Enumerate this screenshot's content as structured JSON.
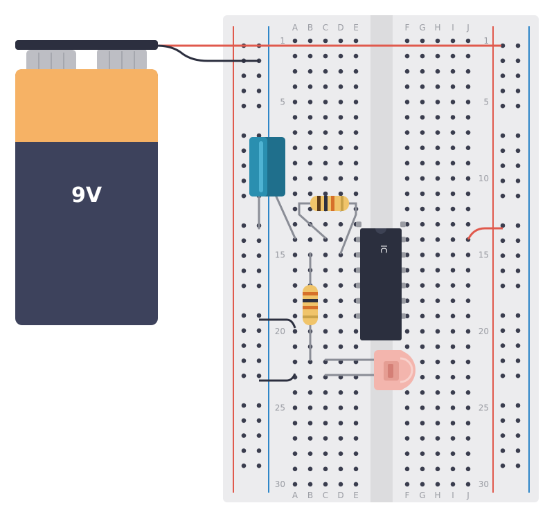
{
  "battery": {
    "label": "9V",
    "colors": {
      "cap": "#f6b265",
      "body": "#3d425c",
      "clip": "#2c2f3f",
      "terminal": "#bdbec4"
    }
  },
  "breadboard": {
    "left_cols": [
      "A",
      "B",
      "C",
      "D",
      "E"
    ],
    "right_cols": [
      "F",
      "G",
      "H",
      "I",
      "J"
    ],
    "row_numbers": [
      "1",
      "5",
      "10",
      "15",
      "20",
      "25",
      "30"
    ],
    "colors": {
      "board": "#ececee",
      "hole": "#3a3d4e",
      "red_rail": "#e0594c",
      "blue_rail": "#2e86c8",
      "label": "#9a9ca3"
    }
  },
  "components": {
    "ic_label": "IC",
    "colors": {
      "ic": "#2b2f3e",
      "capacitor": "#2a8fb0",
      "resistor": "#f0c46a",
      "led": "#f3b5ad",
      "wire_red": "#e0594c",
      "wire_black": "#2c2f3f",
      "lead": "#8a8d96"
    }
  }
}
